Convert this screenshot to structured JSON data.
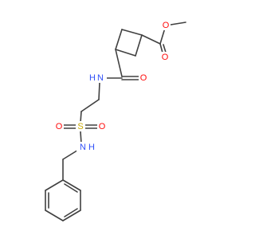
{
  "molecule": {
    "atoms": {
      "ester_o_single": "O",
      "ester_o_double": "O",
      "amide_o": "O",
      "amide_n": "N",
      "amide_h": "H",
      "sulfur": "S",
      "sulfonyl_o_left": "O",
      "sulfonyl_o_right": "O",
      "sulfonamide_n": "N",
      "sulfonamide_h": "H"
    },
    "colors": {
      "bond": "#404040",
      "oxygen": "#ff0d0d",
      "nitrogen": "#3050f8",
      "sulfur": "#c8a800"
    }
  }
}
